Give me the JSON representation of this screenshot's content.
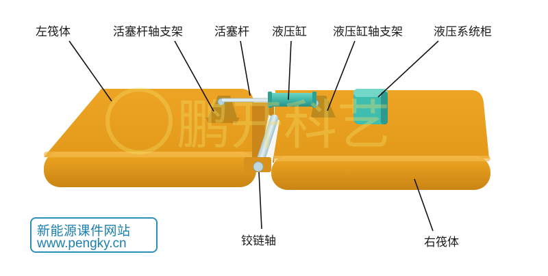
{
  "diagram": {
    "title": "Hydraulic articulated pontoon assembly",
    "labels": {
      "left_pontoon": "左筏体",
      "piston_rod_bracket": "活塞杆轴支架",
      "piston_rod": "活塞杆",
      "hydraulic_cylinder": "液压缸",
      "cylinder_bracket": "液压缸轴支架",
      "hydraulic_cabinet": "液压系统柜",
      "hinge_shaft": "铰链轴",
      "right_pontoon": "右筏体"
    },
    "watermark": "鹏开科艺",
    "colors": {
      "pontoon": "#E89E1C",
      "pontoon_dark": "#C98414",
      "pontoon_light": "#F2B23A",
      "cylinder": "#3FB7A8",
      "cabinet": "#3FBDAF",
      "shaft": "#C7DCE3",
      "leader_line": "#111111",
      "brand": "#1A7FAE"
    }
  },
  "brand": {
    "line1": "新能源课件网站",
    "line2": "www.pengky.cn"
  }
}
